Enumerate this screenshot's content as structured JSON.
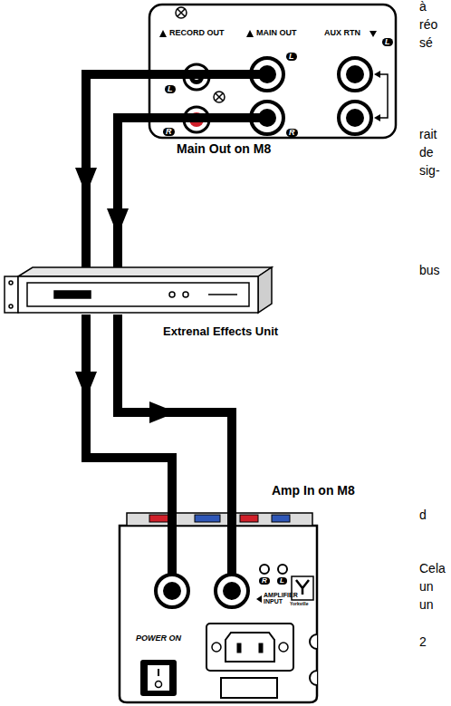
{
  "diagram": {
    "nodes": [
      {
        "text": [
          "Main Out on M8"
        ]
      },
      {
        "text": [
          "Extrenal Effects Unit"
        ]
      },
      {
        "text": [
          "Amp In on M8"
        ]
      }
    ],
    "edges": [
      {
        "from": 0,
        "to": 1,
        "arrow": "to"
      },
      {
        "from": 0,
        "to": 1,
        "arrow": "to"
      },
      {
        "from": 1,
        "to": 2,
        "arrow": "to"
      },
      {
        "from": 1,
        "to": 2,
        "arrow": "to"
      }
    ],
    "labels": [
      "RECORD OUT",
      "L",
      "R",
      "MAIN OUT",
      "L",
      "R",
      "AUX RTN",
      "L",
      "R",
      "L",
      "AMPLIFIER INPUT",
      "POWER ON",
      "Yorkville",
      "à",
      "réo",
      "sé",
      "rait",
      "de",
      "sig-",
      "bus",
      "d",
      "Cela",
      "un",
      "un",
      "2"
    ]
  }
}
